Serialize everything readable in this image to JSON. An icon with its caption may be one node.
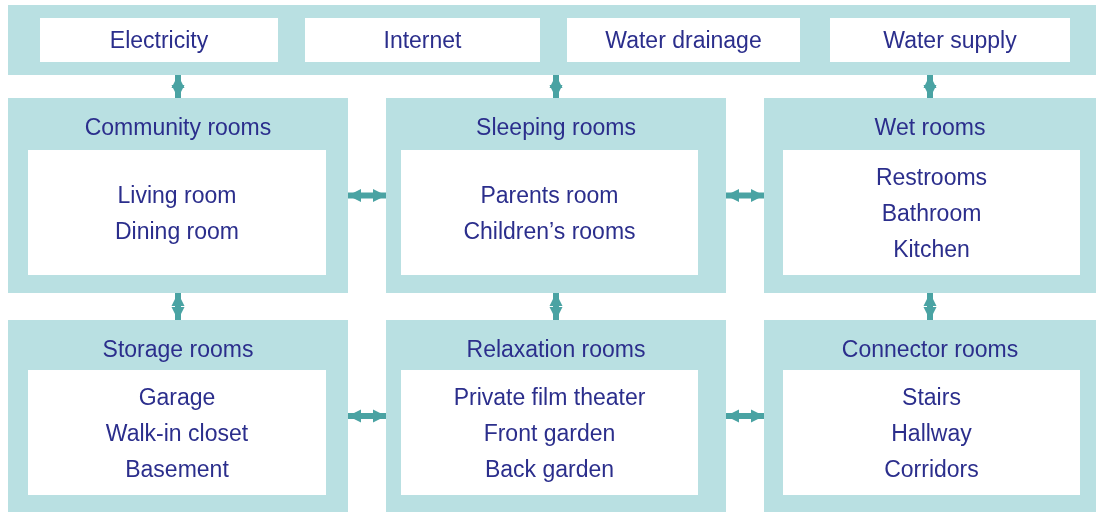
{
  "diagram": {
    "nodes": [
      {
        "text": [],
        "shape": "box"
      },
      {
        "text": [
          "Electricity"
        ],
        "in": 0
      },
      {
        "text": [
          "Internet"
        ],
        "in": 0
      },
      {
        "text": [
          "Water drainage"
        ],
        "in": 0
      },
      {
        "text": [
          "Water supply"
        ],
        "in": 0
      },
      {
        "text": [
          "Community rooms"
        ]
      },
      {
        "text": [
          "Living room",
          "Dining room"
        ],
        "in": 5
      },
      {
        "text": [
          "Sleeping rooms"
        ]
      },
      {
        "text": [
          "Parents room",
          "Children’s rooms"
        ],
        "in": 7
      },
      {
        "text": [
          "Wet rooms"
        ]
      },
      {
        "text": [
          "Restrooms",
          "Bathroom",
          "Kitchen"
        ],
        "in": 9
      },
      {
        "text": [
          "Storage rooms"
        ]
      },
      {
        "text": [
          "Garage",
          "Walk-in closet",
          "Basement"
        ],
        "in": 11
      },
      {
        "text": [
          "Relaxation rooms"
        ]
      },
      {
        "text": [
          "Private film theater",
          "Front garden",
          "Back garden"
        ],
        "in": 13
      },
      {
        "text": [
          "Connector rooms"
        ]
      },
      {
        "text": [
          "Stairs",
          "Hallway",
          "Corridors"
        ],
        "in": 15
      }
    ],
    "edges": [
      {
        "from": 0,
        "to": 5,
        "arrow": "both"
      },
      {
        "from": 0,
        "to": 7,
        "arrow": "both"
      },
      {
        "from": 0,
        "to": 9,
        "arrow": "both"
      },
      {
        "from": 5,
        "to": 7,
        "arrow": "both"
      },
      {
        "from": 7,
        "to": 9,
        "arrow": "both"
      },
      {
        "from": 5,
        "to": 11,
        "arrow": "both"
      },
      {
        "from": 7,
        "to": 13,
        "arrow": "both"
      },
      {
        "from": 9,
        "to": 15,
        "arrow": "both"
      },
      {
        "from": 11,
        "to": 13,
        "arrow": "both"
      },
      {
        "from": 13,
        "to": 15,
        "arrow": "both"
      }
    ]
  }
}
